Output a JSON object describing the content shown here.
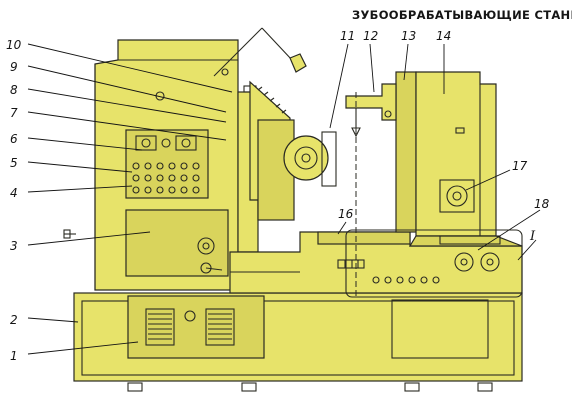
{
  "header": {
    "title": "ЗУБООБРАБАТЫВАЮЩИЕ  СТАНКИ"
  },
  "callouts": [
    "1",
    "2",
    "3",
    "4",
    "5",
    "6",
    "7",
    "8",
    "9",
    "10",
    "11",
    "12",
    "13",
    "14",
    "16",
    "17",
    "18"
  ],
  "detail_marker": "I",
  "colors": {
    "machine_body": "#e7e36a",
    "machine_shade": "#d9d45c",
    "outline": "#2a2a22",
    "background": "#ffffff"
  }
}
